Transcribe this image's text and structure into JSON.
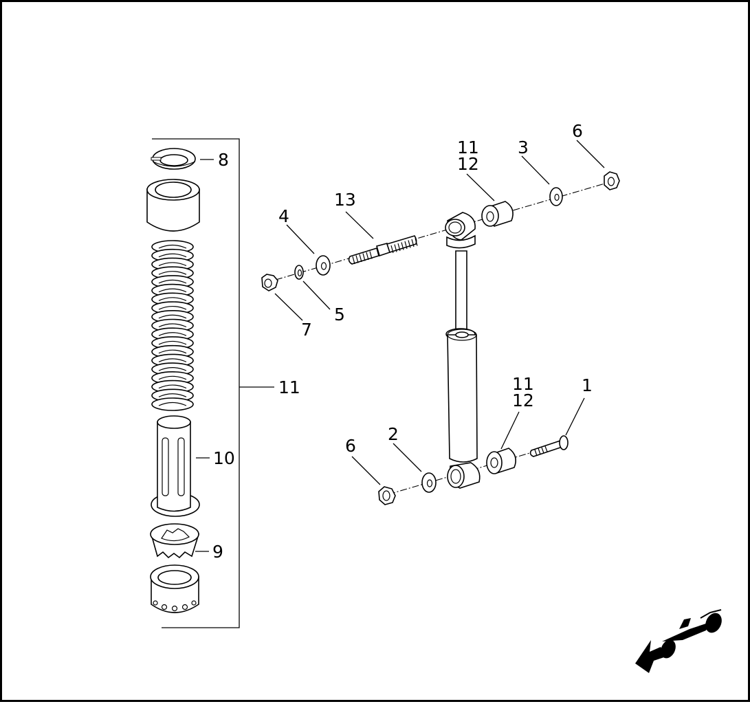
{
  "callouts": {
    "c1": "1",
    "c2": "2",
    "c3": "3",
    "c4": "4",
    "c5": "5",
    "c6a": "6",
    "c6b": "6",
    "c7": "7",
    "c8": "8",
    "c9": "9",
    "c10": "10",
    "c11a": "11",
    "c11b": "11",
    "c12a": "12",
    "c11c": "11",
    "c12b": "12",
    "c13": "13"
  },
  "icons": {
    "direction": "motorcycle-front-arrow-icon"
  }
}
